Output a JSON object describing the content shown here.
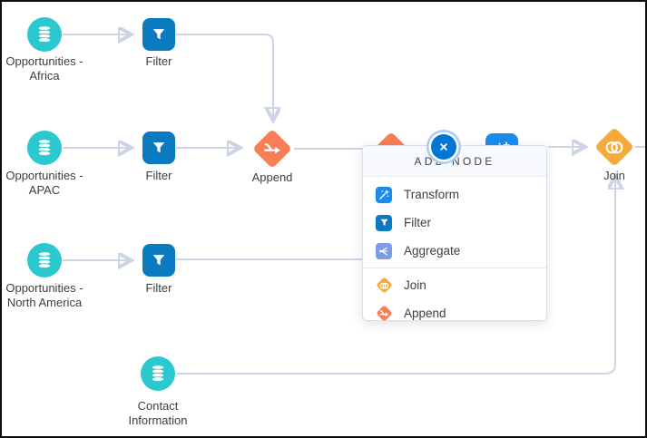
{
  "colors": {
    "teal": "#2BC8CF",
    "filter_blue": "#0B7BC1",
    "transform_blue": "#1B8CED",
    "aggregate_blue": "#7D9CE8",
    "append_orange": "#F87E55",
    "join_yellow": "#F5AA3C",
    "edge": "#CDD4E3",
    "arrow": "#B9C3D8",
    "text": "#3E3E3C",
    "popup_border": "#D8DEEA",
    "header_bg": "#F7F9FC",
    "divider": "#E5EAF1",
    "close_blue": "#0176D3",
    "close_ring": "#A8CDF3"
  },
  "nodes": {
    "africa": {
      "label": "Opportunities -\nAfrica",
      "type": "dataset"
    },
    "filter_africa": {
      "label": "Filter",
      "type": "filter"
    },
    "apac": {
      "label": "Opportunities -\nAPAC",
      "type": "dataset"
    },
    "filter_apac": {
      "label": "Filter",
      "type": "filter"
    },
    "append": {
      "label": "Append",
      "type": "append"
    },
    "north_america": {
      "label": "Opportunities -\nNorth America",
      "type": "dataset"
    },
    "filter_north_america": {
      "label": "Filter",
      "type": "filter"
    },
    "contact": {
      "label": "Contact\nInformation",
      "type": "dataset"
    },
    "join": {
      "label": "Join",
      "type": "join"
    }
  },
  "popup": {
    "title": "ADD NODE",
    "close_icon": "close-icon",
    "items": [
      {
        "label": "Transform",
        "icon": "transform-icon"
      },
      {
        "label": "Filter",
        "icon": "filter-icon"
      },
      {
        "label": "Aggregate",
        "icon": "aggregate-icon"
      },
      {
        "label": "Join",
        "icon": "join-icon"
      },
      {
        "label": "Append",
        "icon": "append-icon"
      }
    ]
  }
}
